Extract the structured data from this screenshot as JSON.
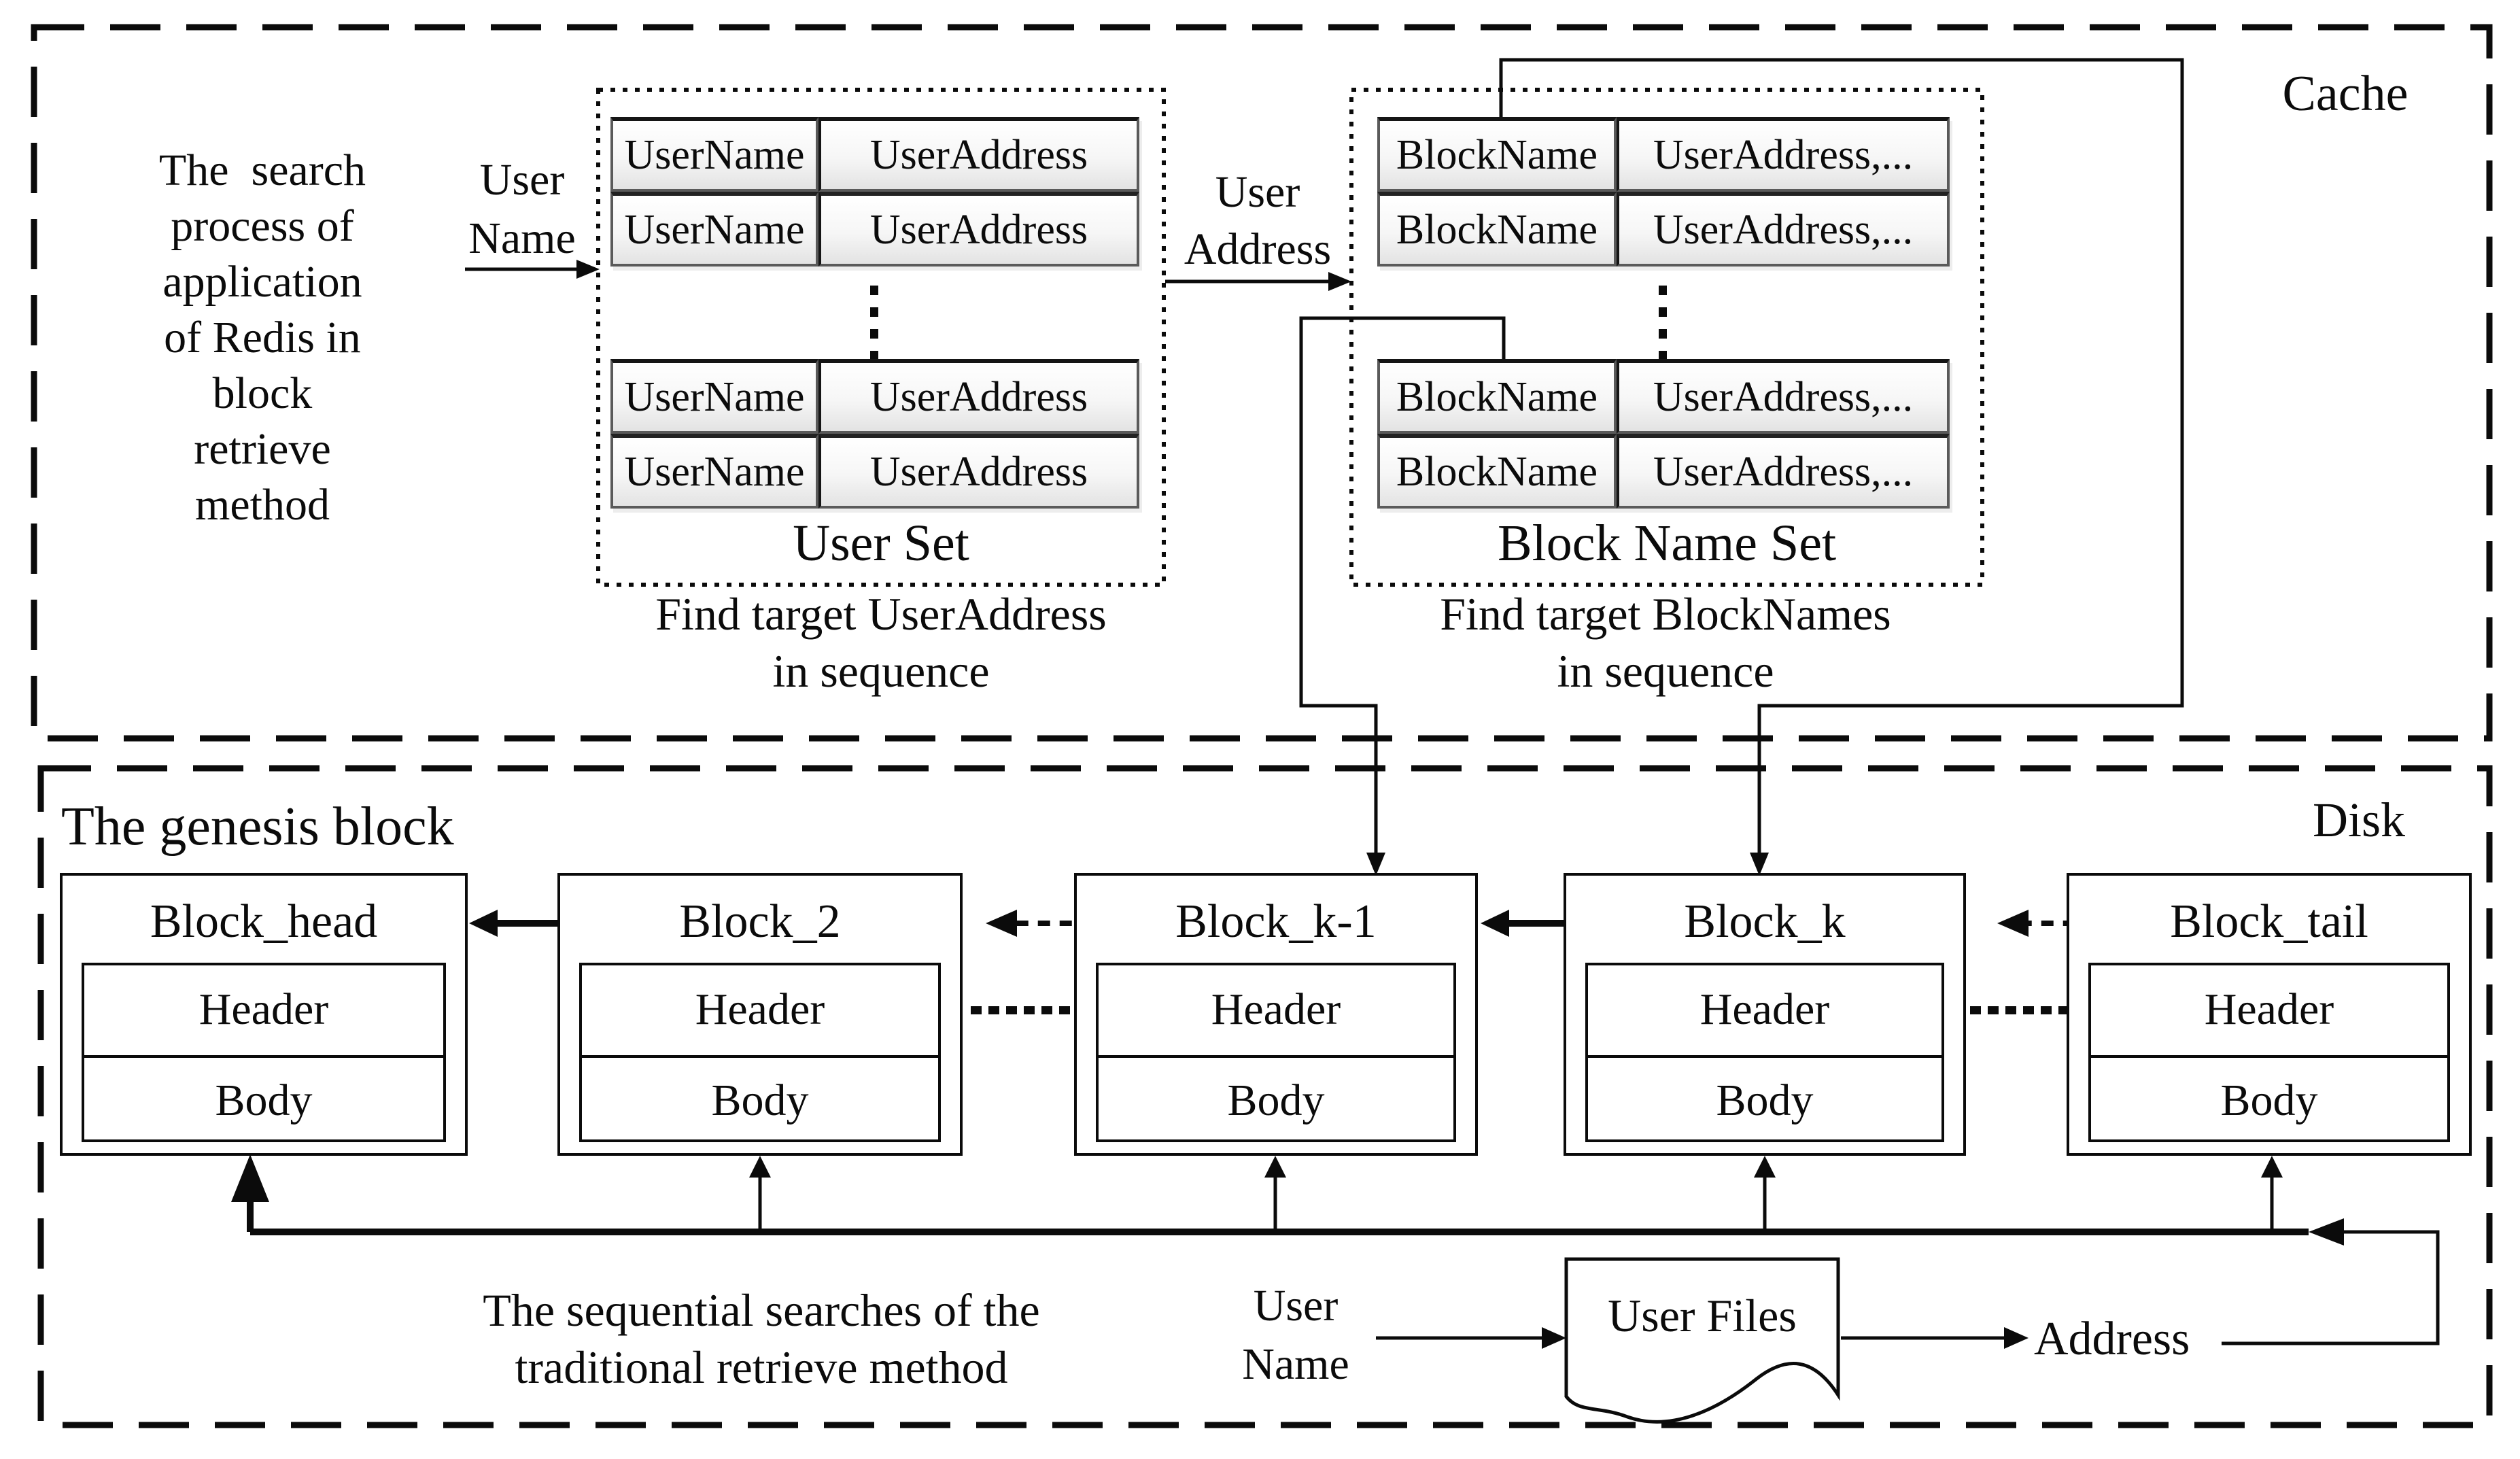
{
  "cache": {
    "label": "Cache",
    "intro_lines": [
      "The  search",
      "process of",
      "application",
      "of Redis in",
      "block",
      "retrieve",
      "method"
    ],
    "user_name_label": [
      "User",
      "Name"
    ],
    "user_address_label": [
      "User",
      "Address"
    ],
    "user_set": {
      "caption": "User Set",
      "col1": "UserName",
      "col2": "UserAddress",
      "note_line1": "Find target UserAddress",
      "note_line2": "in sequence"
    },
    "block_name_set": {
      "caption": "Block Name Set",
      "col1": "BlockName",
      "col2": "UserAddress,...",
      "note_line1": "Find target BlockNames",
      "note_line2": "in sequence"
    }
  },
  "disk": {
    "label": "Disk",
    "genesis_label": "The genesis block",
    "blocks": [
      {
        "title": "Block_head"
      },
      {
        "title": "Block_2"
      },
      {
        "title": "Block_k-1"
      },
      {
        "title": "Block_k"
      },
      {
        "title": "Block_tail"
      }
    ],
    "header_label": "Header",
    "body_label": "Body",
    "seq_line1": "The sequential searches of the",
    "seq_line2": "traditional retrieve method",
    "user_name_label": [
      "User",
      "Name"
    ],
    "user_files_label": "User Files",
    "address_label": "Address"
  },
  "colors": {
    "line": "#0b0b0b",
    "cell_top": "#ffffff",
    "cell_bottom": "#e3e3e3"
  }
}
